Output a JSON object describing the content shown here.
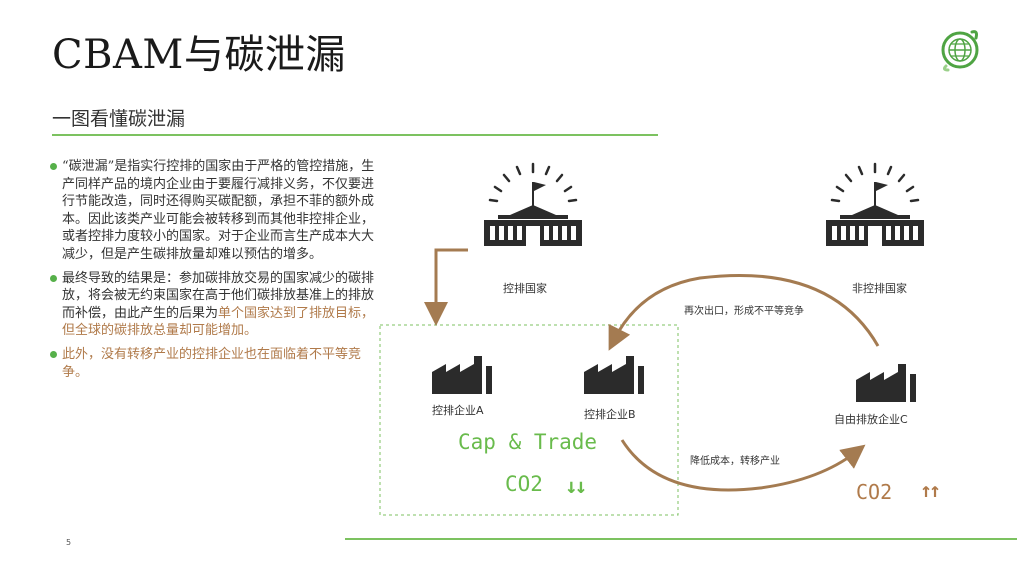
{
  "title": "CBAM与碳泄漏",
  "subtitle": "一图看懂碳泄漏",
  "page_number": "5",
  "bullets": [
    {
      "text": "“碳泄漏”是指实行控排的国家由于严格的管控措施，生产同样产品的境内企业由于要履行减排义务，不仅要进行节能改造，同时还得购买碳配额，承担不菲的额外成本。因此该类产业可能会被转移到而其他非控排企业，或者控排力度较小的国家。对于企业而言生产成本大大减少，但是产生碳排放量却难以预估的增多。"
    },
    {
      "text_before": "最终导致的结果是：参加碳排放交易的国家减少的碳排放，将会被无约束国家在高于他们碳排放基准上的排放而补偿，由此产生的后果为",
      "text_highlight": "单个国家达到了排放目标，但全球的碳排放总量却可能增加。"
    },
    {
      "text_highlight": "此外，没有转移产业的控排企业也在面临着不平等竞争。"
    }
  ],
  "diagram": {
    "country_left_label": "控排国家",
    "country_right_label": "非控排国家",
    "company_a_label": "控排企业A",
    "company_b_label": "控排企业B",
    "company_c_label": "自由排放企业C",
    "cap_trade_label": "Cap & Trade",
    "co2_left_label": "CO2",
    "co2_left_arrows": "↓↓",
    "co2_right_label": "CO2",
    "co2_right_arrows": "↑↑",
    "arrow_top_label": "再次出口，形成不平等竞争",
    "arrow_bottom_label": "降低成本，转移产业"
  },
  "colors": {
    "accent_green": "#7cc260",
    "bullet_green": "#56b04a",
    "text_green": "#69bb4c",
    "brown": "#a47b51",
    "highlight_brown": "#b07a4a",
    "icon_dark": "#2b2b2b"
  },
  "icons": [
    "logo-globe-icon",
    "government-building-icon",
    "factory-icon"
  ]
}
